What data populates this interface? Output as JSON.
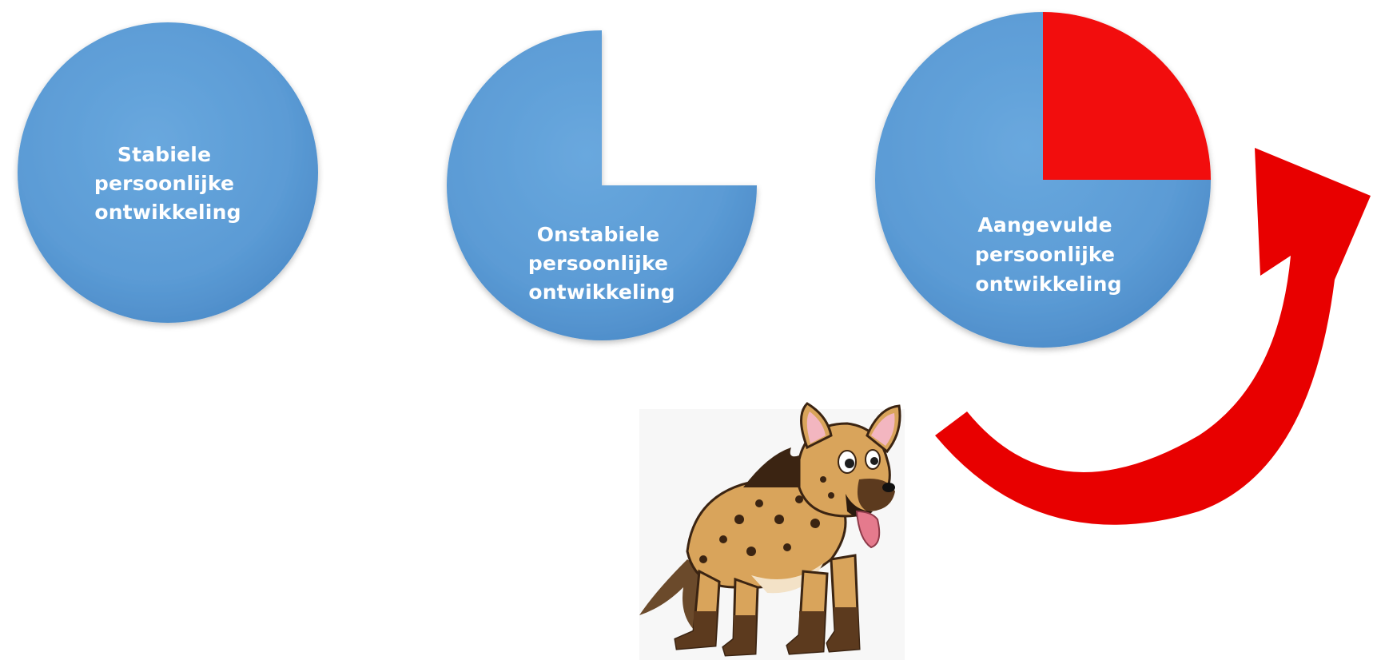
{
  "diagram": {
    "colors": {
      "circle_fill": "#5B9BD5",
      "circle_fill_dark": "#4A86C2",
      "missing_fill": "#F20A0A",
      "arrow_fill": "#E80000",
      "text": "#FFFFFF"
    },
    "stages": [
      {
        "id": "stable",
        "label_lines": [
          "Stabiele",
          "persoonlijke",
          "ontwikkeling"
        ],
        "state": "full circle",
        "completion_fraction": 1.0
      },
      {
        "id": "unstable",
        "label_lines": [
          "Onstabiele",
          "persoonlijke",
          "ontwikkeling"
        ],
        "state": "quarter missing",
        "completion_fraction": 0.75
      },
      {
        "id": "supplemented",
        "label_lines": [
          "Aangevulde",
          "persoonlijke",
          "ontwikkeling"
        ],
        "state": "quarter filled in red",
        "completion_fraction": 1.0
      }
    ],
    "illustration": {
      "subject": "cartoon hyena",
      "icon": "hyena-illustration"
    },
    "arrow": {
      "icon": "curved-arrow-icon",
      "from": "illustration",
      "to": "supplemented"
    }
  }
}
